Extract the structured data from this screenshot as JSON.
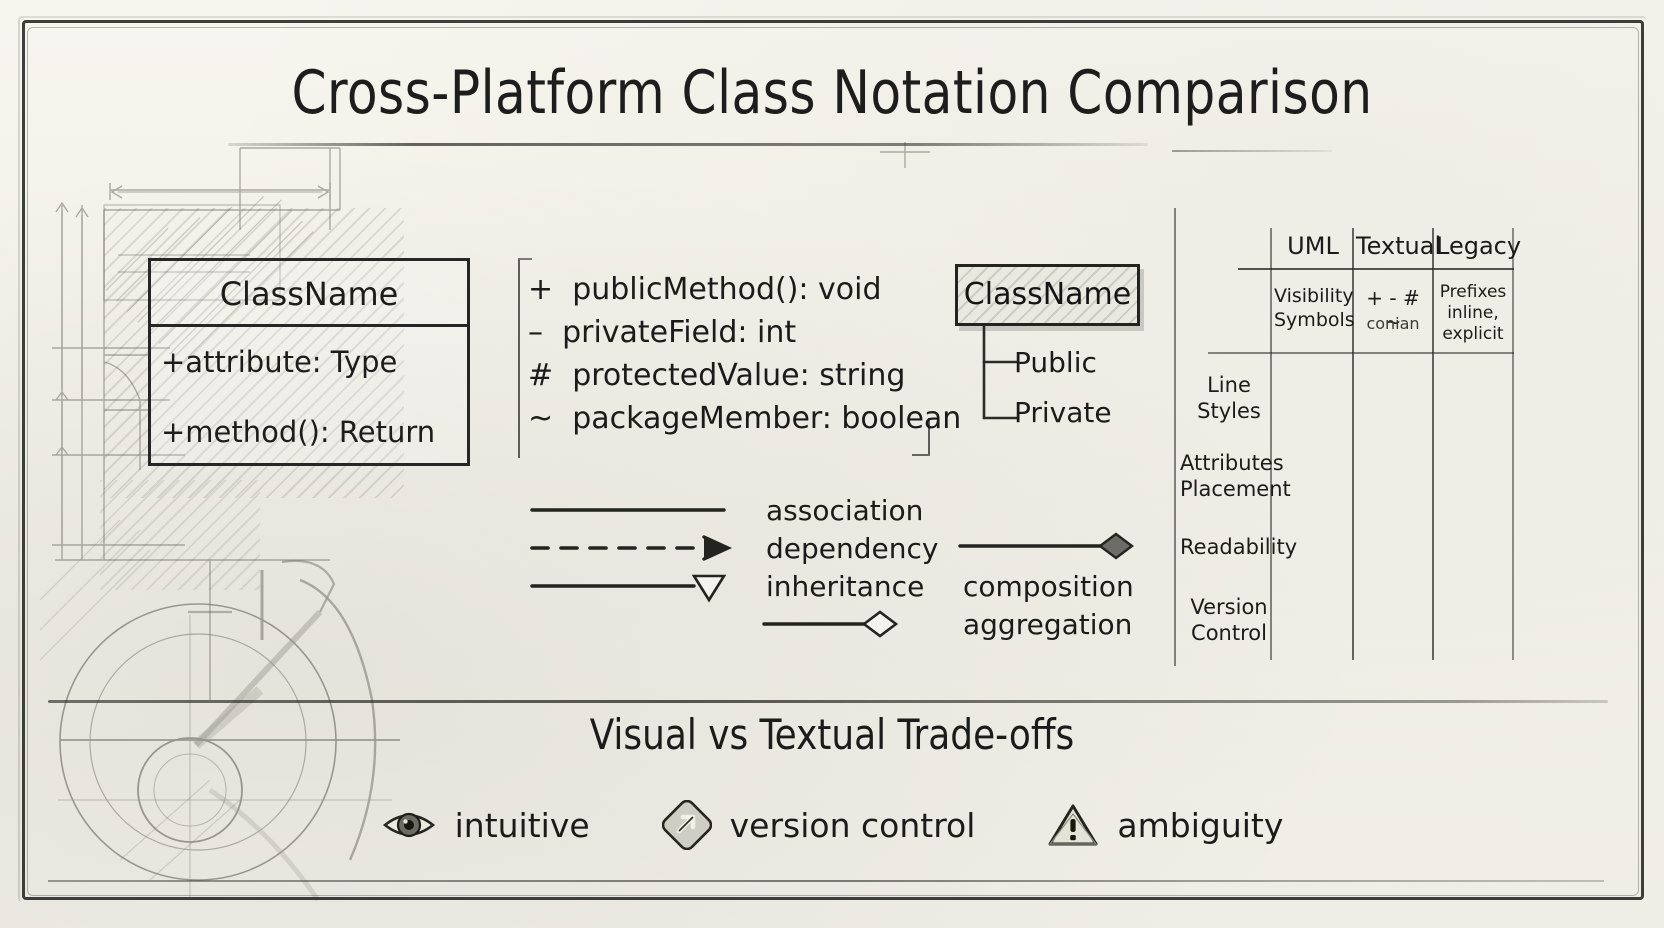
{
  "title": "Cross-Platform Class Notation Comparison",
  "class_box": {
    "name": "ClassName",
    "attribute": "+attribute: Type",
    "method": "+method(): Return"
  },
  "visibility_list": [
    "+  publicMethod(): void",
    "–  privateField: int",
    "#  protectedValue: string",
    "~  packageMember: boolean"
  ],
  "shaded_class": {
    "name": "ClassName",
    "children": [
      "Public",
      "Private"
    ]
  },
  "legend": {
    "association": "association",
    "dependency": "dependency",
    "inheritance": "inheritance",
    "composition": "composition",
    "aggregation": "aggregation"
  },
  "table": {
    "columns": [
      "UML",
      "Textual",
      "Legacy"
    ],
    "row_labels": [
      "Line Styles",
      "Attributes Placement",
      "Readability",
      "Version Control"
    ],
    "first_row": {
      "uml": "Visibility Symbols",
      "textual_symbols": "+ - # ~",
      "textual_sub": "conian",
      "legacy": "Prefixes inline, explicit"
    }
  },
  "footer": {
    "title": "Visual vs Textual Trade-offs",
    "items": [
      {
        "icon": "eye-icon",
        "label": "intuitive"
      },
      {
        "icon": "git-branch-icon",
        "label": "version control"
      },
      {
        "icon": "warning-triangle-icon",
        "label": "ambiguity"
      }
    ]
  },
  "colors": {
    "paper": "#f4f3ec",
    "ink": "#1b1b19",
    "pencil": "#5a5a56"
  }
}
